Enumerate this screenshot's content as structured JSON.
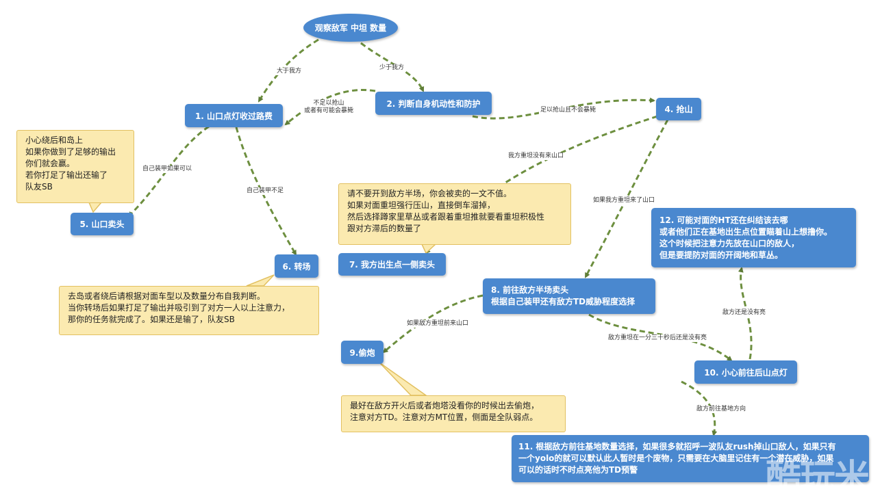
{
  "diagram": {
    "root": "观察敌军 中坦 数量",
    "nodes": {
      "n1": "1. 山口点灯收过路费",
      "n2": "2. 判断自身机动性和防护",
      "n4": "4. 抢山",
      "n5": "5. 山口卖头",
      "n6": "6. 转场",
      "n7": "7. 我方出生点一侧卖头",
      "n8": [
        "8. 前往敌方半场卖头",
        "根据自己装甲还有敌方TD威胁程度选择"
      ],
      "n9": "9.偷炮",
      "n10": "10. 小心前往后山点灯",
      "n11": [
        "11. 根据敌方前往基地数量选择，如果很多就招呼一波队友rush掉山口敌人，如果只有",
        "一个yolo的就可以默认此人暂时是个废物，只需要在大脑里记住有一个潜在威胁，如果",
        "可以的话时不时点亮他为TD预警"
      ],
      "n12": [
        "12. 可能对面的HT还在纠结该去哪",
        "或者他们正在基地出生点位置瞄着山上想撸你。",
        "这个时候把注意力先放在山口的敌人，",
        "但是要提防对面的开阔地和草丛。"
      ]
    },
    "notes": {
      "note5": [
        "小心绕后和岛上",
        "如果你做到了足够的输出",
        "你们就会赢。",
        "若你打足了输出还输了",
        "队友SB"
      ],
      "note7": [
        "请不要开到敌方半场，你会被卖的一文不值。",
        "如果对面重坦强行压山，直接倒车溜掉，",
        "然后选择蹲家里草丛或者跟着重坦推就要看重坦积极性",
        "跟对方滞后的数量了"
      ],
      "note6": [
        "去岛或者绕后请根据对面车型以及数量分布自我判断。",
        "当你转场后如果打足了输出并吸引到了对方一人以上注意力，",
        "那你的任务就完成了。如果还是输了，队友SB"
      ],
      "note9": [
        "最好在敌方开火后或者炮塔没看你的时候出去偷炮，",
        "注意对方TD。注意对方MT位置，侧面是全队弱点。"
      ]
    },
    "edge_labels": {
      "root_n1": "大于我方",
      "root_n2": "少于我方",
      "n2_n1": [
        "不足以抢山",
        "或者有可能会暴毙"
      ],
      "n2_n4": "足以抢山且不会暴毙",
      "n1_n5": "自己装甲如果可以",
      "n1_n6": "自己装甲不足",
      "n4_n7": "我方重坦没有来山口",
      "n4_n8": "如果我方重坦来了山口",
      "n8_n9": "如果敌方重坦前来山口",
      "n8_n10": "敌方重坦在一分三十秒后还是没有亮",
      "n10_n12": "敌方还是没有亮",
      "n10_n11": "敌方前往基地方向"
    },
    "watermark": "酷玩米",
    "colors": {
      "node": "#4a88cf",
      "note": "#fbeab0",
      "edge": "#5f7d38"
    }
  }
}
